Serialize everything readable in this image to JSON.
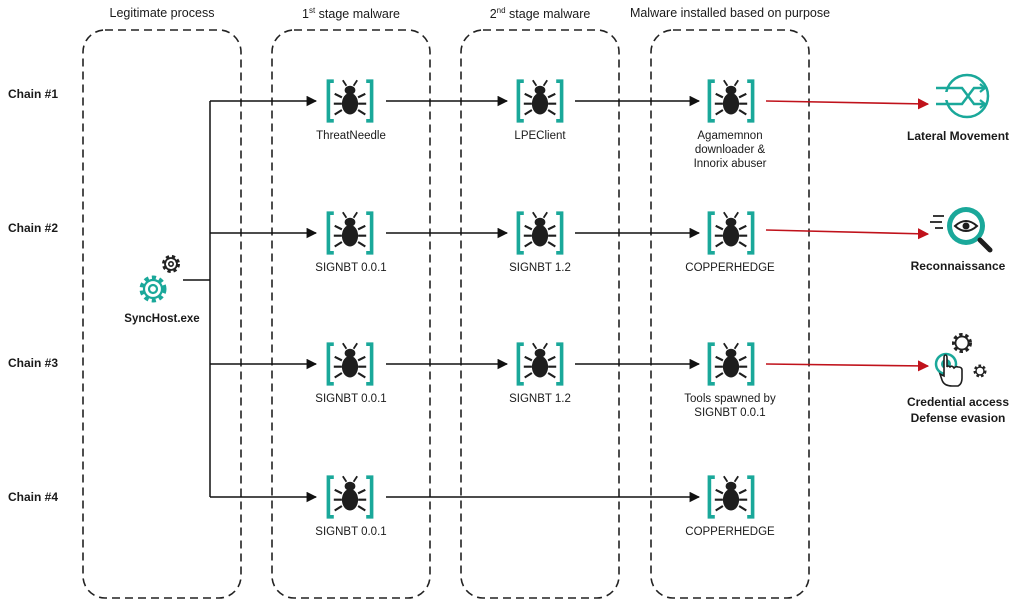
{
  "columns": {
    "legit": "Legitimate process",
    "stage1_prefix": "1",
    "stage1_sup": "st",
    "stage1_suffix": " stage malware",
    "stage2_prefix": "2",
    "stage2_sup": "nd",
    "stage2_suffix": " stage malware",
    "installed": "Malware installed based on purpose"
  },
  "chains": [
    "Chain #1",
    "Chain #2",
    "Chain #3",
    "Chain #4"
  ],
  "source": "SyncHost.exe",
  "stage1": [
    "ThreatNeedle",
    "SIGNBT 0.0.1",
    "SIGNBT 0.0.1",
    "SIGNBT 0.0.1"
  ],
  "stage2": [
    "LPEClient",
    "SIGNBT 1.2",
    "SIGNBT 1.2"
  ],
  "installed": [
    [
      "Agamemnon",
      "downloader &",
      "Innorix abuser"
    ],
    [
      "COPPERHEDGE"
    ],
    [
      "Tools spawned by",
      "SIGNBT 0.0.1"
    ],
    [
      "COPPERHEDGE"
    ]
  ],
  "outcomes": [
    [
      "Lateral Movement"
    ],
    [
      "Reconnaissance"
    ],
    [
      "Credential access",
      "Defense evasion"
    ]
  ],
  "colors": {
    "accent": "#1aa89a",
    "arrow_black": "#111111",
    "arrow_red": "#c0121b",
    "bug": "#1e1e1e",
    "border": "#222222"
  }
}
